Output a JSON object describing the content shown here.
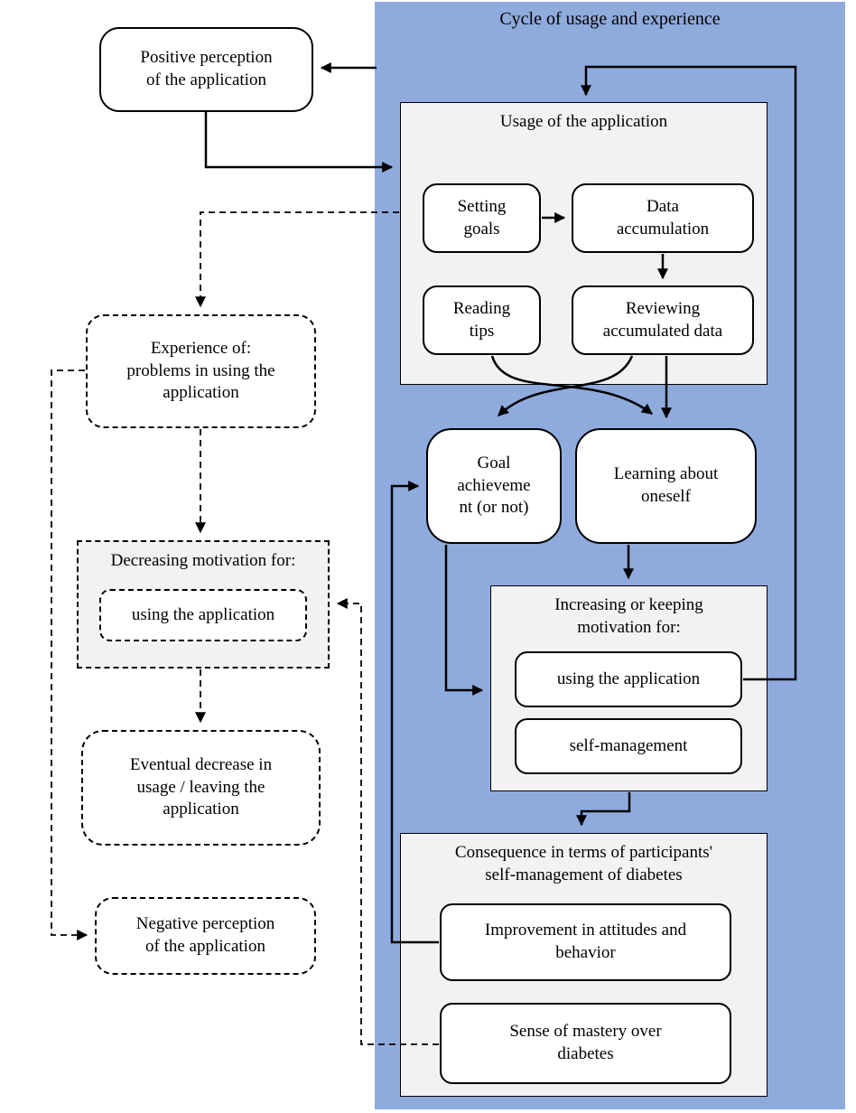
{
  "panel": {
    "title": "Cycle of usage and experience"
  },
  "boxes": {
    "positive_perception": "Positive perception\nof the application",
    "usage_title": "Usage of the application",
    "setting_goals": "Setting\ngoals",
    "data_accumulation": "Data\naccumulation",
    "reading_tips": "Reading\ntips",
    "reviewing_data": "Reviewing\naccumulated data",
    "goal_achievement": "Goal\nachieveme\nnt (or not)",
    "learning_oneself": "Learning about\noneself",
    "motivation_title": "Increasing or keeping\nmotivation for:",
    "using_application_positive": "using the application",
    "self_management": "self-management",
    "consequence_title": "Consequence in terms of participants'\nself-management of diabetes",
    "improvement": "Improvement in attitudes and\nbehavior",
    "sense_mastery": "Sense of mastery over\ndiabetes",
    "experience_problems": "Experience of:\nproblems in using the\napplication",
    "decreasing_title": "Decreasing  motivation for:",
    "using_application_negative": "using the application",
    "eventual_decrease": "Eventual decrease in\nusage / leaving the\napplication",
    "negative_perception": "Negative perception\nof the application"
  },
  "colors": {
    "panel_blue": "#8faadc",
    "container_gray": "#f2f2f2",
    "box_white": "#ffffff",
    "line_black": "#000000"
  }
}
